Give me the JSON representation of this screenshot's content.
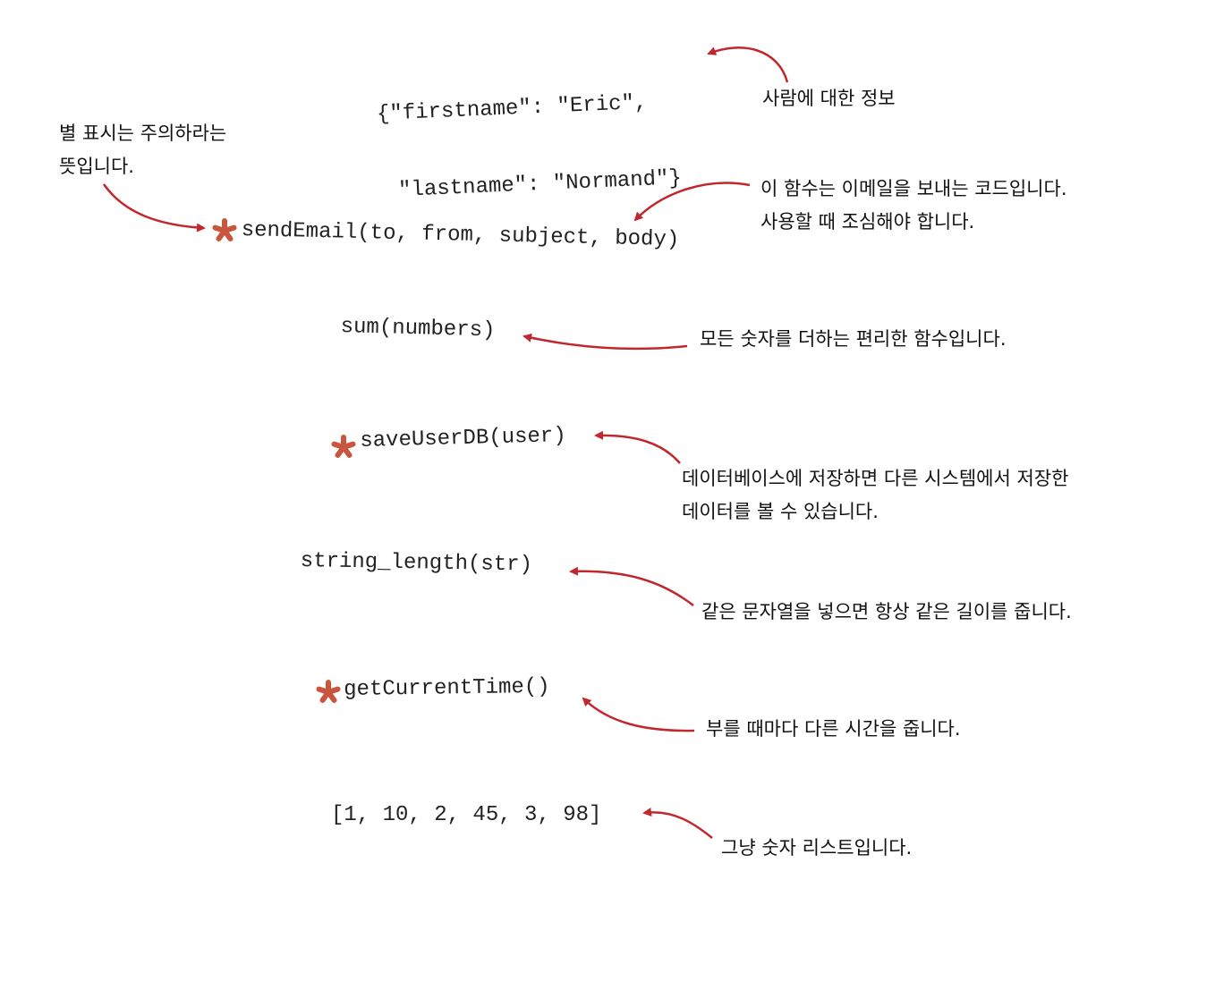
{
  "colors": {
    "accent": "#c0282e",
    "star": "#c8553d",
    "text": "#222222"
  },
  "code": {
    "person_line1": "{\"firstname\": \"Eric\",",
    "person_line2": " \"lastname\": \"Normand\"}",
    "send_email": "sendEmail(to, from, subject, body)",
    "sum": "sum(numbers)",
    "save_user": "saveUserDB(user)",
    "string_length": "string_length(str)",
    "get_time": "getCurrentTime()",
    "list": "[1, 10, 2, 45, 3, 98]"
  },
  "notes": {
    "person": "사람에 대한 정보",
    "star_line1": "별 표시는 주의하라는",
    "star_line2": "뜻입니다.",
    "send_email_line1": "이 함수는 이메일을 보내는 코드입니다.",
    "send_email_line2": "사용할 때 조심해야 합니다.",
    "sum": "모든 숫자를 더하는 편리한 함수입니다.",
    "save_user_line1": "데이터베이스에 저장하면 다른 시스템에서 저장한",
    "save_user_line2": "데이터를 볼 수 있습니다.",
    "string_length": "같은 문자열을 넣으면 항상 같은 길이를 줍니다.",
    "get_time": "부를 때마다 다른 시간을 줍니다.",
    "list": "그냥 숫자 리스트입니다."
  },
  "icons": {
    "warning_marker": "asterisk-star-icon"
  }
}
